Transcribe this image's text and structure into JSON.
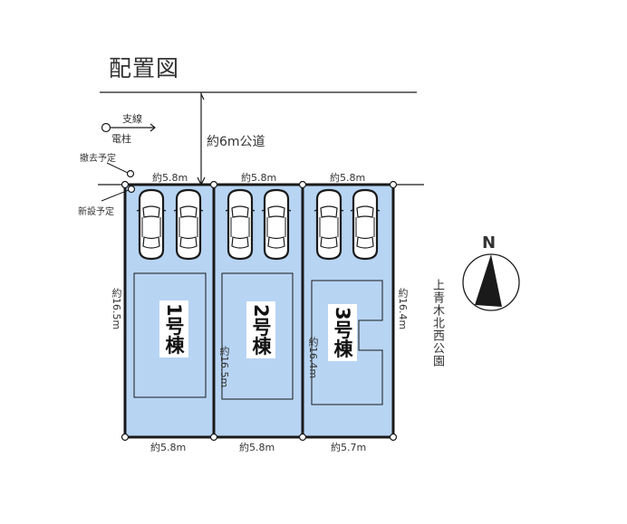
{
  "title": "配置図",
  "road": {
    "label": "約6m公道"
  },
  "utility_pole": {
    "guy_wire_label": "支線",
    "pole_label": "電柱",
    "remove_label": "撤去予定",
    "new_label": "新設予定"
  },
  "park": {
    "label": "上青木北西公園"
  },
  "compass": {
    "label": "N"
  },
  "colors": {
    "lot_fill": "#b7d4f3",
    "line": "#1a1a1a",
    "background": "#ffffff"
  },
  "lots": [
    {
      "building_label": "1号棟",
      "top_width": "約5.8m",
      "bottom_width": "約5.8m",
      "depth": "約16.5m",
      "parking_spaces": 2
    },
    {
      "building_label": "2号棟",
      "top_width": "約5.8m",
      "bottom_width": "約5.8m",
      "depth": "約16.5m",
      "parking_spaces": 2
    },
    {
      "building_label": "3号棟",
      "top_width": "約5.8m",
      "bottom_width": "約5.7m",
      "depth": "約16.4m",
      "depth_right": "約16.4m",
      "parking_spaces": 2
    }
  ]
}
